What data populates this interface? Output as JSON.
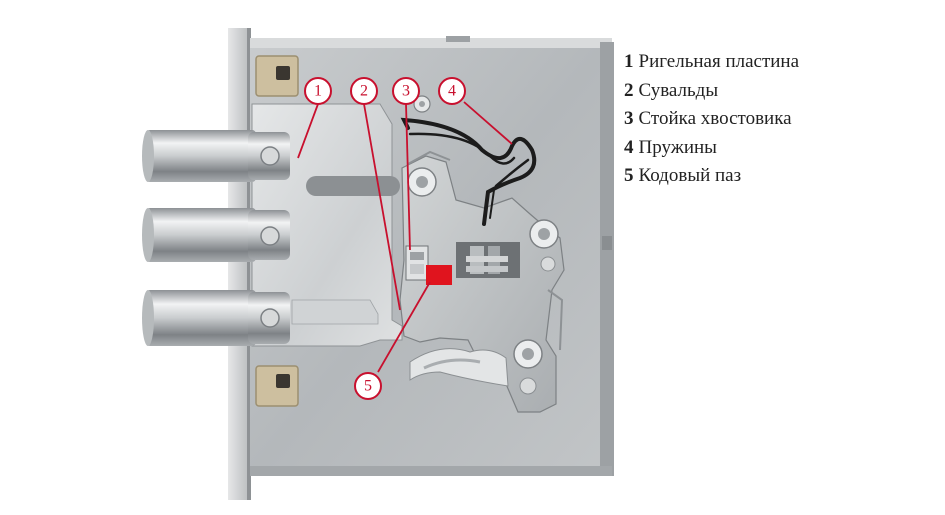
{
  "colors": {
    "callout": "#c8102e",
    "housing": "#bfc3c5",
    "plate": "#d6d9db",
    "chrome": "#e4e6e8",
    "brass": "#cdbf9f",
    "code_slot": "#e0141e",
    "spring": "#1c1c1c"
  },
  "callouts": [
    {
      "num": "1"
    },
    {
      "num": "2"
    },
    {
      "num": "3"
    },
    {
      "num": "4"
    },
    {
      "num": "5"
    }
  ],
  "legend": [
    {
      "num": "1",
      "label": "Ригельная пластина"
    },
    {
      "num": "2",
      "label": "Сувальды"
    },
    {
      "num": "3",
      "label": "Стойка хвостовика"
    },
    {
      "num": "4",
      "label": "Пружины"
    },
    {
      "num": "5",
      "label": "Кодовый паз"
    }
  ]
}
